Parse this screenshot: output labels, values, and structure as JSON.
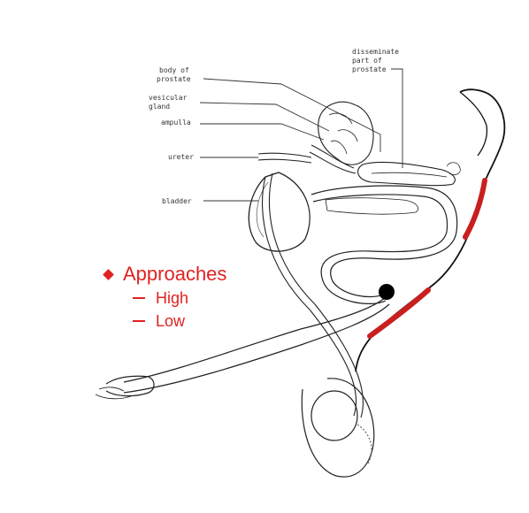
{
  "labels": {
    "body_of_prostate_1": "body of",
    "body_of_prostate_2": "prostate",
    "vesicular_gland_1": "vesicular",
    "vesicular_gland_2": "gland",
    "ampulla": "ampulla",
    "ureter": "ureter",
    "bladder": "bladder",
    "disseminate_1": "disseminate",
    "disseminate_2": "part of",
    "disseminate_3": "prostate"
  },
  "bullets": {
    "main": "Approaches",
    "sub": [
      "High",
      "Low"
    ]
  },
  "colors": {
    "accent": "#e02222",
    "line": "#111111",
    "label": "#333333"
  }
}
